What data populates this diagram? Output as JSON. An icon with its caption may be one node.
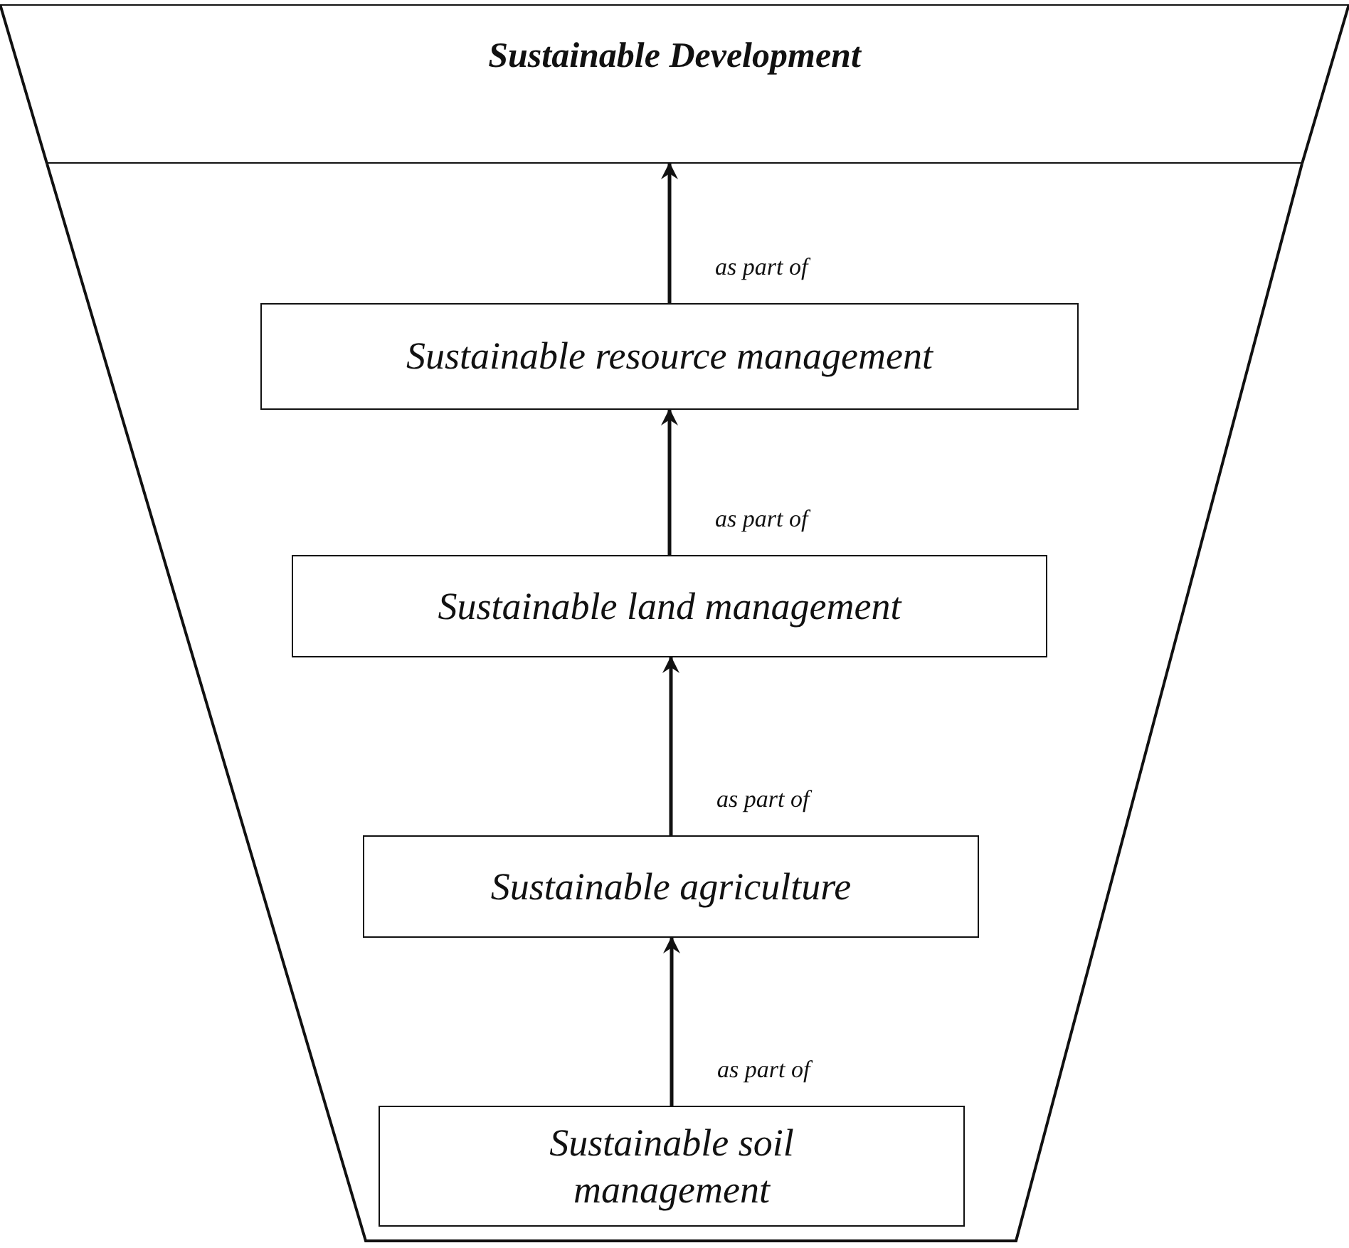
{
  "diagram": {
    "nodes": [
      {
        "text": [
          "Sustainable Development"
        ]
      },
      {
        "text": [
          "Sustainable resource management"
        ]
      },
      {
        "text": [
          "Sustainable land management"
        ]
      },
      {
        "text": [
          "Sustainable agriculture"
        ]
      },
      {
        "text": [
          "Sustainable soil management"
        ]
      }
    ],
    "edges": [
      {
        "from": 1,
        "to": 0,
        "arrow": "to",
        "label": "as part of"
      },
      {
        "from": 2,
        "to": 1,
        "arrow": "to",
        "label": "as part of"
      },
      {
        "from": 3,
        "to": 2,
        "arrow": "to",
        "label": "as part of"
      },
      {
        "from": 4,
        "to": 3,
        "arrow": "to",
        "label": "as part of"
      }
    ]
  }
}
